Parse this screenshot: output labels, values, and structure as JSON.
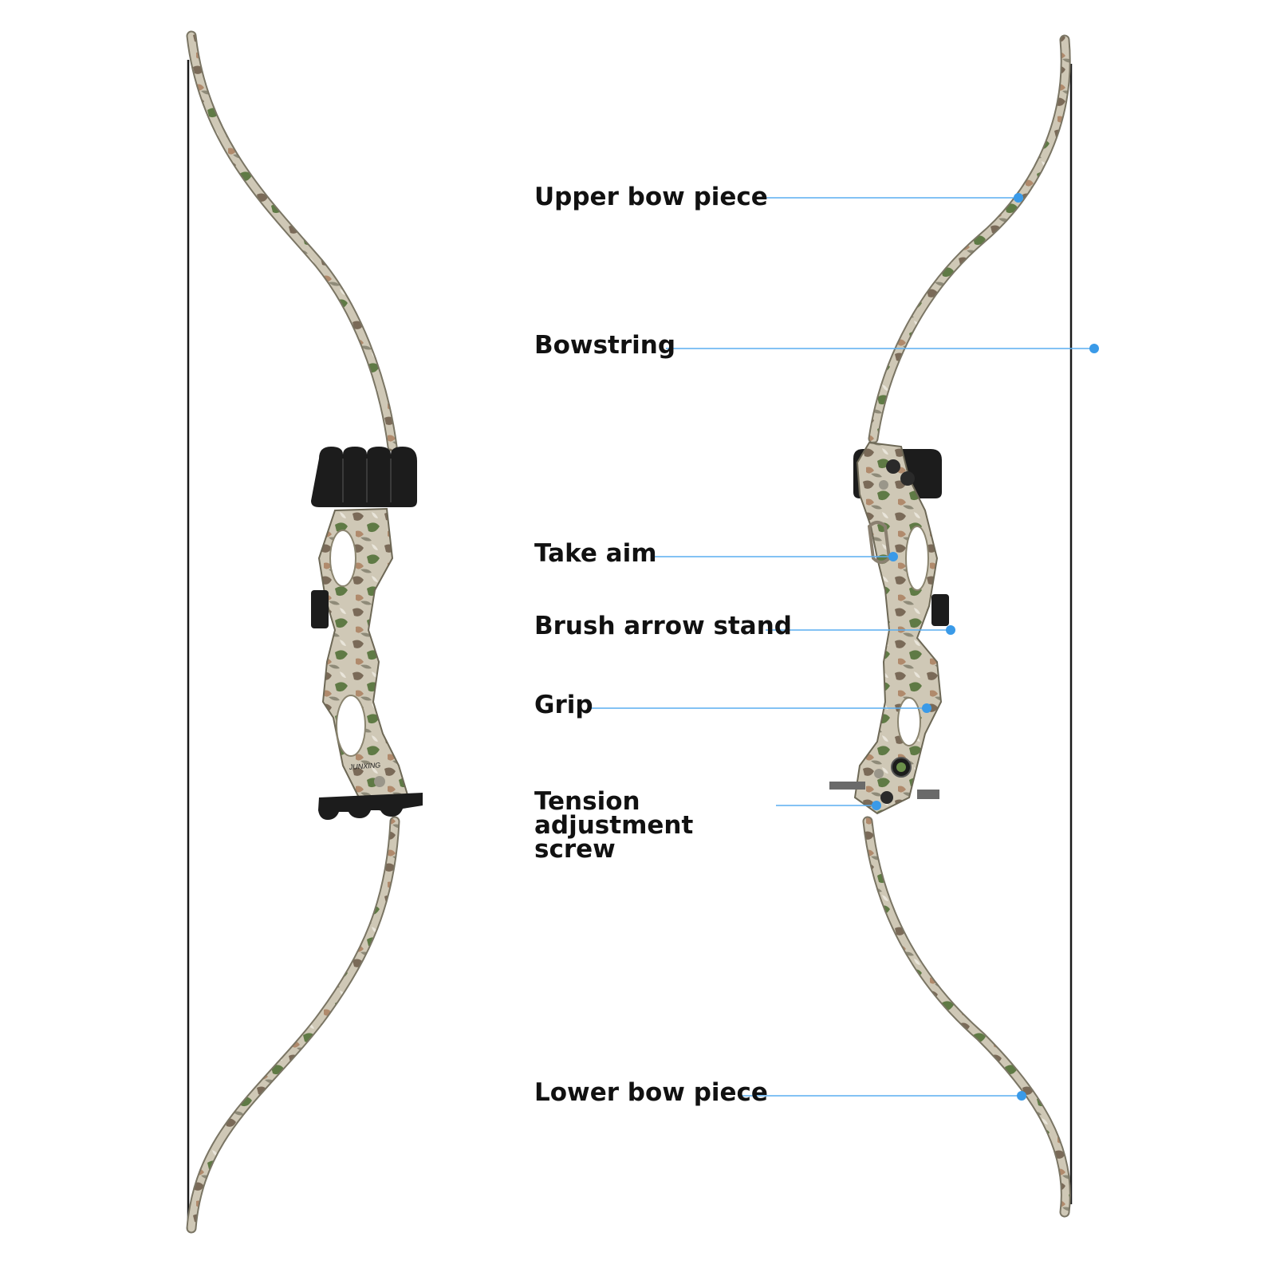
{
  "colors": {
    "leader_line": "#5aaef0",
    "leader_dot": "#3a9ae8",
    "bowstring": "#1a1a1a",
    "limb_base": "#c9c2b0",
    "limb_dark": "#7a7564",
    "camo_green": "#6f8f4e",
    "camo_brown": "#a8866a",
    "accessory_black": "#1c1c1c"
  },
  "labels": {
    "upper_bow_piece": "Upper bow piece",
    "bowstring": "Bowstring",
    "take_aim": "Take aim",
    "brush_arrow_stand": "Brush arrow stand",
    "grip": "Grip",
    "tension_line1": "Tension adjustment",
    "tension_line2": "screw",
    "lower_bow_piece": "Lower bow piece"
  },
  "brand_mark": "JUNXING"
}
